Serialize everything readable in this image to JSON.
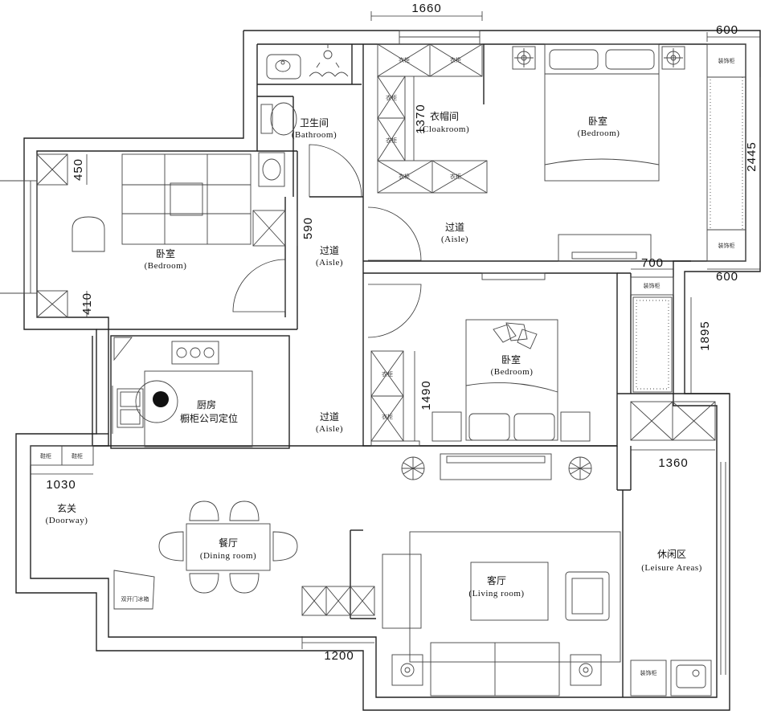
{
  "rooms": {
    "bathroom": {
      "zh": "卫生间",
      "en": "(Bathroom)"
    },
    "cloakroom": {
      "zh": "衣帽间",
      "en": "(Cloakroom)"
    },
    "master_bedroom": {
      "zh": "卧室",
      "en": "(Bedroom)"
    },
    "left_bedroom": {
      "zh": "卧室",
      "en": "(Bedroom)"
    },
    "mid_bedroom": {
      "zh": "卧室",
      "en": "(Bedroom)"
    },
    "aisle_left_upper": {
      "zh": "过道",
      "en": "(Aisle)"
    },
    "aisle_left_lower": {
      "zh": "过道",
      "en": "(Aisle)"
    },
    "aisle_top": {
      "zh": "过道",
      "en": "(Aisle)"
    },
    "kitchen": {
      "zh": "厨房",
      "note": "橱柜公司定位"
    },
    "doorway": {
      "zh": "玄关",
      "en": "(Doorway)"
    },
    "dining": {
      "zh": "餐厅",
      "en": "(Dining room)"
    },
    "living": {
      "zh": "客厅",
      "en": "(Living room)"
    },
    "leisure": {
      "zh": "休闲区",
      "en": "(Leisure Areas)"
    }
  },
  "dimensions": {
    "d1660": "1660",
    "d600a": "600",
    "d600b": "600",
    "d2445": "2445",
    "d1370": "1370",
    "d450": "450",
    "d590": "590",
    "d410": "410",
    "d700": "700",
    "d1895": "1895",
    "d1490": "1490",
    "d1360": "1360",
    "d1030": "1030",
    "d1200": "1200"
  },
  "cabinet_labels": {
    "wardrobe": "衣柜",
    "decor": "装饰柜",
    "shoe": "鞋柜",
    "fridge": "双开门冰箱"
  }
}
